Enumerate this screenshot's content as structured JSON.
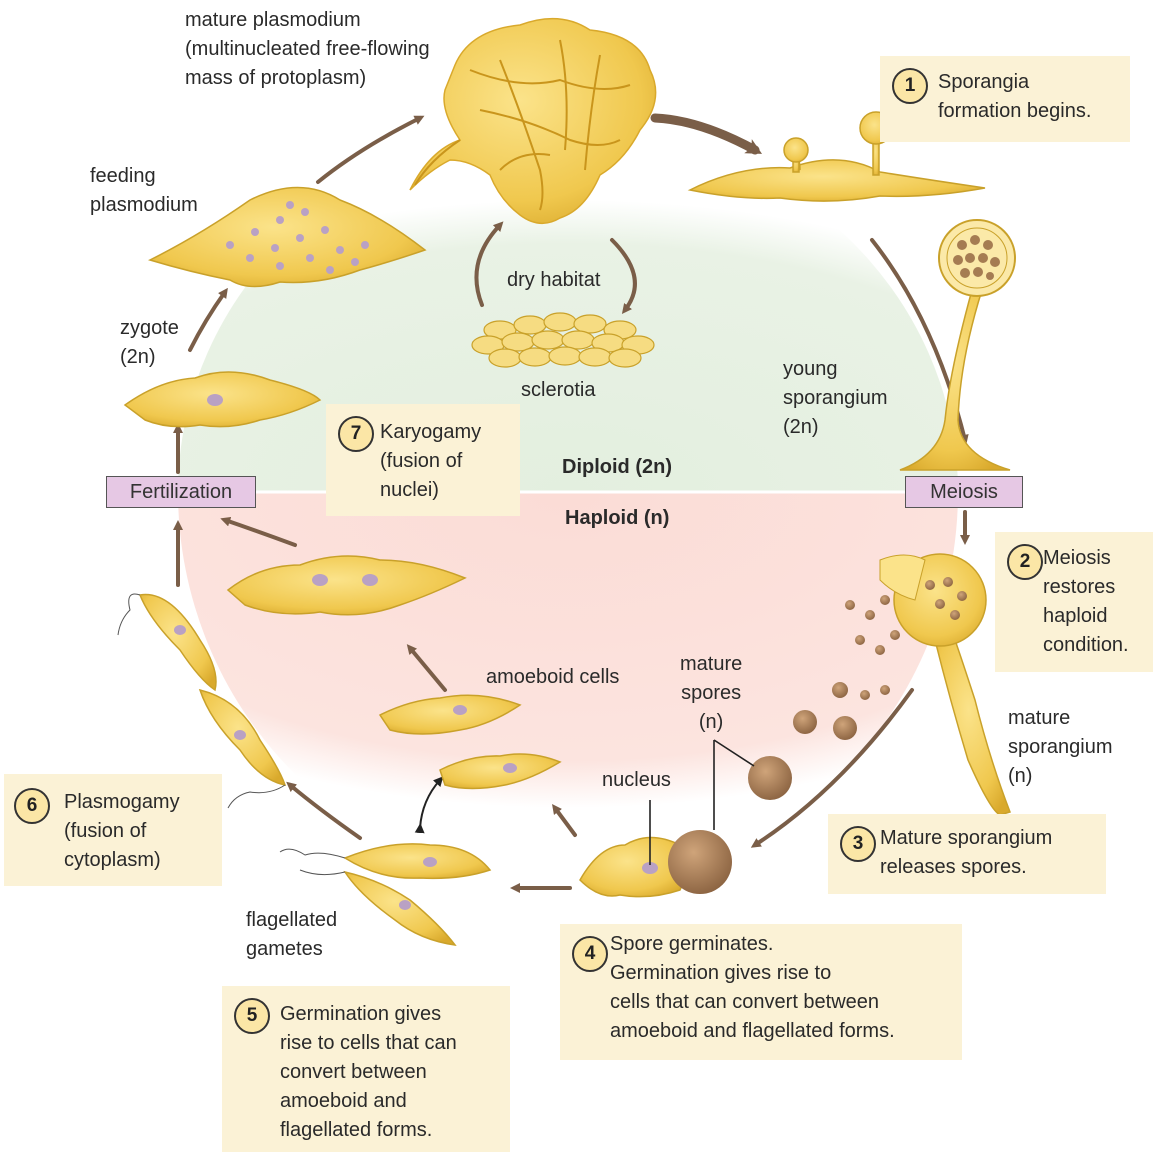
{
  "zones": {
    "diploid": "Diploid (2n)",
    "haploid": "Haploid (n)"
  },
  "stage_tags": {
    "fertilization": "Fertilization",
    "meiosis": "Meiosis"
  },
  "labels": {
    "mature_plasmodium": "mature plasmodium\n(multinucleated free-flowing\nmass of protoplasm)",
    "feeding_plasmodium": "feeding\nplasmodium",
    "zygote": "zygote\n(2n)",
    "dry_habitat": "dry habitat",
    "sclerotia": "sclerotia",
    "young_sporangium": "young\nsporangium\n(2n)",
    "mature_sporangium": "mature\nsporangium\n(n)",
    "mature_spores": "mature\nspores\n(n)",
    "nucleus": "nucleus",
    "amoeboid_cells": "amoeboid cells",
    "flagellated_gametes": "flagellated\ngametes"
  },
  "steps": [
    {
      "num": "1",
      "text": "Sporangia\nformation begins."
    },
    {
      "num": "2",
      "text": "Meiosis\nrestores\nhaploid\ncondition."
    },
    {
      "num": "3",
      "text": "Mature sporangium\nreleases spores."
    },
    {
      "num": "4",
      "text": "Spore germinates.\nGermination gives rise to\ncells that can convert between\namoeboid and flagellated forms."
    },
    {
      "num": "5",
      "text": "Germination gives\nrise to cells that can\nconvert between\namoeboid and\nflagellated forms."
    },
    {
      "num": "6",
      "text": "Plasmogamy\n(fusion of\ncytoplasm)"
    },
    {
      "num": "7",
      "text": "Karyogamy\n(fusion of\nnuclei)"
    }
  ],
  "colors": {
    "diploid_zone": "#e3efdf",
    "haploid_zone": "#fbdcd6",
    "cell_fill": "#f1cc55",
    "cell_stroke": "#c9a12a",
    "nucleus": "#b9a1c4",
    "spore": "#a57c52",
    "arrow": "#7a5e48",
    "callout_bg": "#fbf2d6",
    "tag_bg": "#e6c8e4"
  }
}
